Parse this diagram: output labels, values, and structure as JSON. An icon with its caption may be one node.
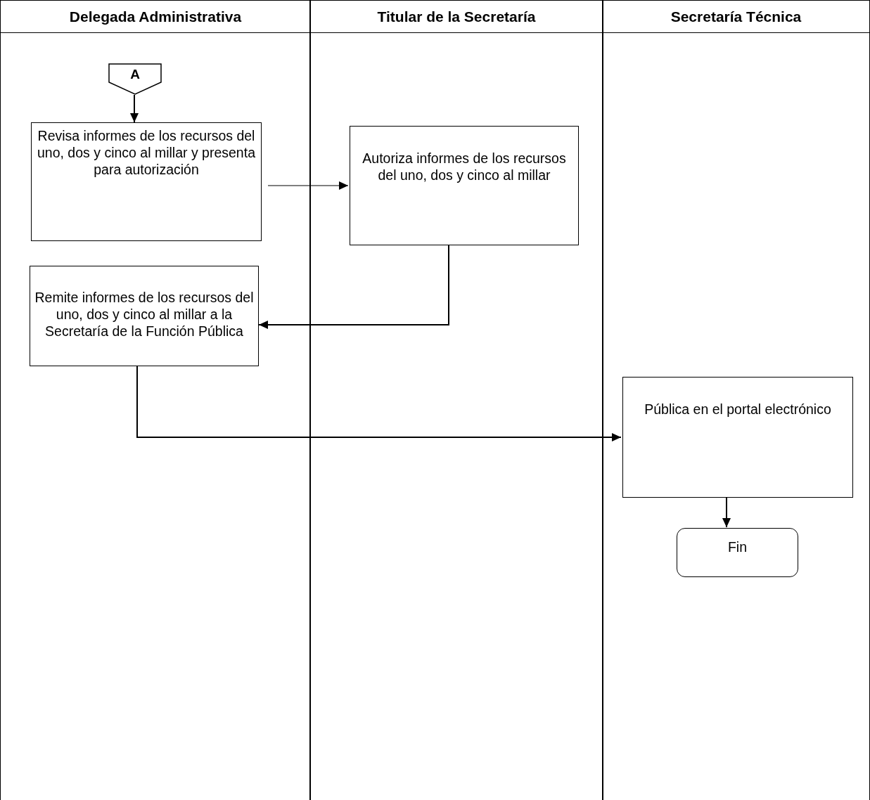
{
  "diagram": {
    "nodes": [
      {
        "text": [
          "Delegada Administrativa"
        ]
      },
      {
        "text": [
          "Titular de la Secretaría"
        ]
      },
      {
        "text": [
          "Secretaría Técnica"
        ]
      },
      {
        "text": [
          "A"
        ],
        "in": 0
      },
      {
        "text": [
          "Revisa informes de los recursos del uno, dos y cinco al millar y presenta para autorización"
        ],
        "in": 0
      },
      {
        "text": [
          "Autoriza informes de los recursos del uno, dos y cinco al millar"
        ],
        "in": 1
      },
      {
        "text": [
          "Remite informes de los recursos del uno, dos y cinco al millar a la Secretaría de la Función Pública"
        ],
        "in": 0
      },
      {
        "text": [
          "Pública en el portal electrónico"
        ],
        "in": 2
      },
      {
        "text": [
          "Fin"
        ],
        "in": 2
      }
    ],
    "edges": [
      {
        "from": 3,
        "to": 4,
        "arrow": "to"
      },
      {
        "from": 4,
        "to": 5,
        "arrow": "to"
      },
      {
        "from": 5,
        "to": 6,
        "arrow": "to"
      },
      {
        "from": 6,
        "to": 7,
        "arrow": "to"
      },
      {
        "from": 7,
        "to": 8,
        "arrow": "to"
      }
    ]
  }
}
